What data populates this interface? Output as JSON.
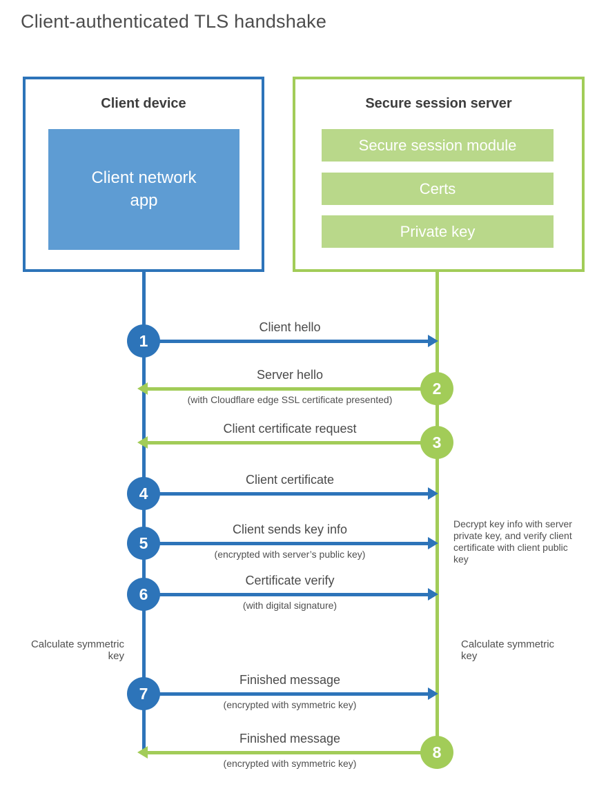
{
  "title": "Client-authenticated TLS handshake",
  "colors": {
    "blue": "#2d74b9",
    "blue_fill": "#5e9cd3",
    "green": "#a2cc58",
    "green_fill": "#b9d88a"
  },
  "client_box": {
    "title": "Client device",
    "app_label": "Client network app"
  },
  "server_box": {
    "title": "Secure session server",
    "modules": [
      "Secure session module",
      "Certs",
      "Private key"
    ]
  },
  "steps": [
    {
      "num": "1",
      "direction": "right",
      "actor": "client",
      "label": "Client hello",
      "sublabel": ""
    },
    {
      "num": "2",
      "direction": "left",
      "actor": "server",
      "label": "Server hello",
      "sublabel": "(with Cloudflare edge SSL certificate presented)"
    },
    {
      "num": "3",
      "direction": "left",
      "actor": "server",
      "label": "Client certificate request",
      "sublabel": ""
    },
    {
      "num": "4",
      "direction": "right",
      "actor": "client",
      "label": "Client certificate",
      "sublabel": ""
    },
    {
      "num": "5",
      "direction": "right",
      "actor": "client",
      "label": "Client sends key info",
      "sublabel": "(encrypted with server’s public key)"
    },
    {
      "num": "6",
      "direction": "right",
      "actor": "client",
      "label": "Certificate verify",
      "sublabel": "(with digital signature)"
    },
    {
      "num": "7",
      "direction": "right",
      "actor": "client",
      "label": "Finished message",
      "sublabel": "(encrypted with symmetric key)"
    },
    {
      "num": "8",
      "direction": "left",
      "actor": "server",
      "label": "Finished message",
      "sublabel": "(encrypted with symmetric key)"
    }
  ],
  "annotations": {
    "server_note": "Decrypt key info with server private key, and verify client certificate with client public key",
    "calc_left": "Calculate symmetric key",
    "calc_right": "Calculate symmetric key"
  }
}
